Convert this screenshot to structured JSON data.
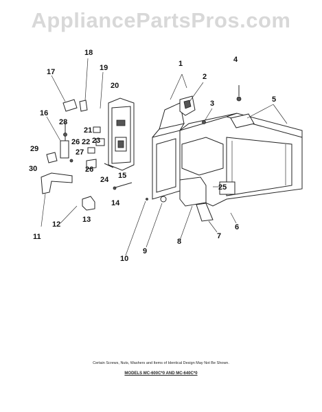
{
  "watermark": "AppliancePartsPros.com",
  "callouts": {
    "c1": "1",
    "c2": "2",
    "c3": "3",
    "c4": "4",
    "c5": "5",
    "c6": "6",
    "c7": "7",
    "c8": "8",
    "c9": "9",
    "c10": "10",
    "c11": "11",
    "c12": "12",
    "c13": "13",
    "c14": "14",
    "c15": "15",
    "c16": "16",
    "c17": "17",
    "c18": "18",
    "c19": "19",
    "c20": "20",
    "c21": "21",
    "c22": "22",
    "c23": "23",
    "c24": "24",
    "c25": "25",
    "c26a": "26",
    "c26b": "26",
    "c27": "27",
    "c28": "28",
    "c29": "29",
    "c30": "30"
  },
  "footer": {
    "disclaimer": "Certain Screws, Nuts, Washers and Items of Identical Design May Not Be Shown.",
    "models": "MODELS MC-600C*0 AND MC-640C*0"
  }
}
